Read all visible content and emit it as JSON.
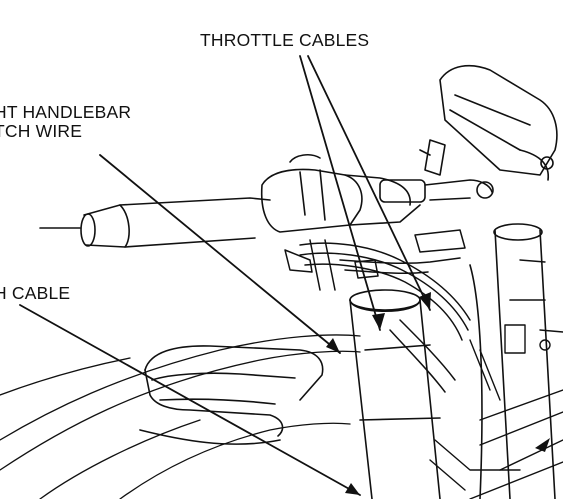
{
  "labels": {
    "throttle_cables": "THROTTLE CABLES",
    "switch_wire_line1": "HT HANDLEBAR",
    "switch_wire_line2": "TCH WIRE",
    "clutch_cable": "H CABLE"
  },
  "colors": {
    "ink": "#111111",
    "paper": "#ffffff"
  }
}
